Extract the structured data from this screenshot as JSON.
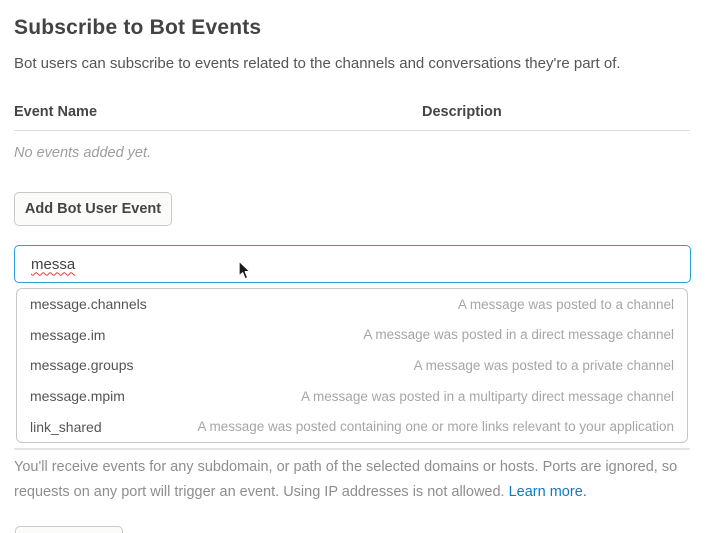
{
  "page": {
    "title": "Subscribe to Bot Events",
    "subtitle": "Bot users can subscribe to events related to the channels and conversations they're part of."
  },
  "events_table": {
    "columns": {
      "name": "Event Name",
      "description": "Description"
    },
    "empty_message": "No events added yet."
  },
  "add_event_button": {
    "label": "Add Bot User Event"
  },
  "event_search": {
    "value": "messa"
  },
  "event_dropdown": {
    "items": [
      {
        "name": "message.channels",
        "description": "A message was posted to a channel"
      },
      {
        "name": "message.im",
        "description": "A message was posted in a direct message channel"
      },
      {
        "name": "message.groups",
        "description": "A message was posted to a private channel"
      },
      {
        "name": "message.mpim",
        "description": "A message was posted in a multiparty direct message channel"
      },
      {
        "name": "link_shared",
        "description": "A message was posted containing one or more links relevant to your application"
      }
    ]
  },
  "footer": {
    "text": "You'll receive events for any subdomain, or path of the selected domains or hosts. Ports are ignored, so requests on any port will trigger an event. Using IP addresses is not allowed. ",
    "link_label": "Learn more."
  },
  "colors": {
    "accent_blue": "#2b9fd9",
    "link_blue": "#0c7ac2",
    "heading_text": "#434343",
    "muted_text": "#9e9ea0",
    "spellcheck_red": "#e03c3c"
  }
}
